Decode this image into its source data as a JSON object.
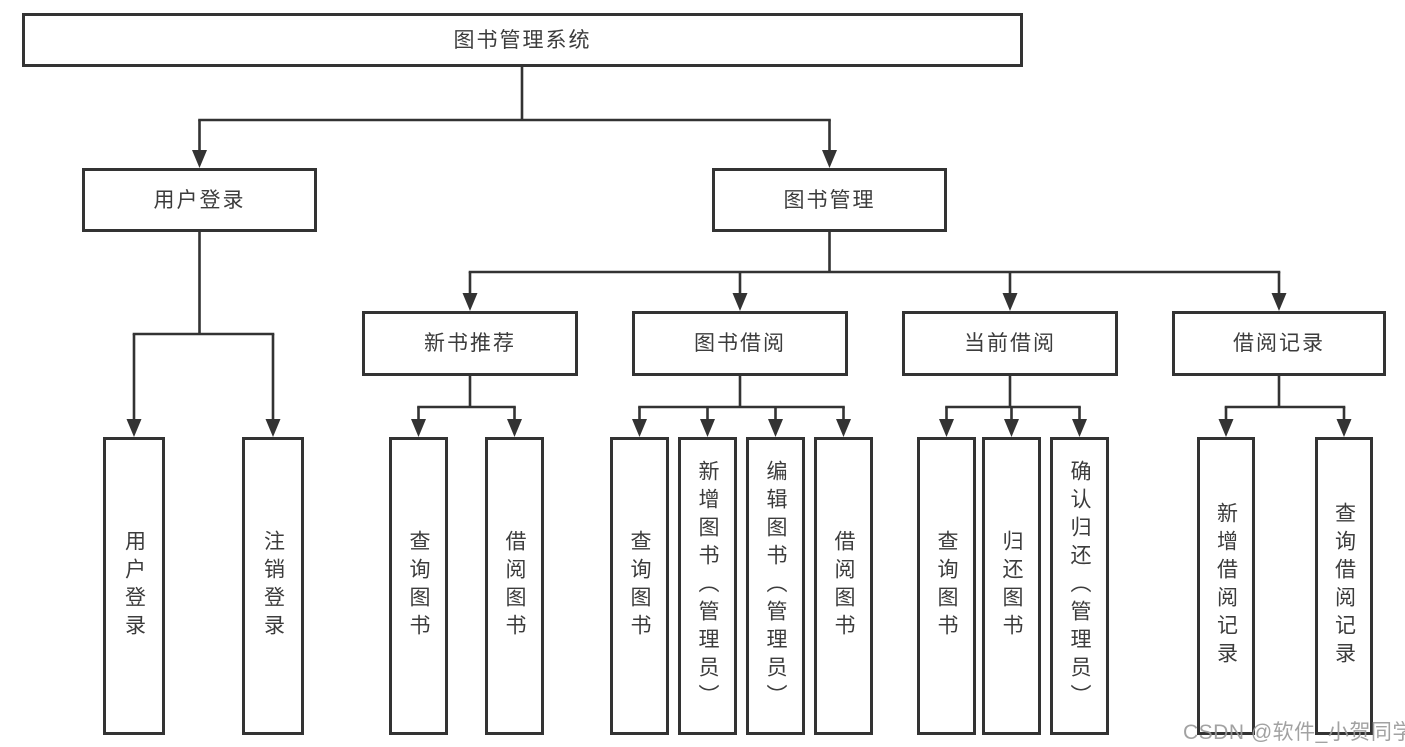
{
  "diagram": {
    "title_node": {
      "label": "图书管理系统"
    },
    "level2": [
      {
        "label": "用户登录"
      },
      {
        "label": "图书管理"
      }
    ],
    "level3": [
      {
        "label": "新书推荐"
      },
      {
        "label": "图书借阅"
      },
      {
        "label": "当前借阅"
      },
      {
        "label": "借阅记录"
      }
    ],
    "leaves": {
      "login": [
        "用户登录",
        "注销登录"
      ],
      "recommend": [
        "查询图书",
        "借阅图书"
      ],
      "borrow": [
        "查询图书",
        "新增图书（管理员）",
        "编辑图书（管理员）",
        "借阅图书"
      ],
      "current": [
        "查询图书",
        "归还图书",
        "确认归还（管理员）"
      ],
      "records": [
        "新增借阅记录",
        "查询借阅记录"
      ]
    },
    "watermark": "CSDN @软件_小贺同学",
    "colors": {
      "line": "#333333",
      "box_border": "#333333",
      "text": "#3c3c3c",
      "watermark": "#9b9b9b",
      "background": "#ffffff"
    }
  }
}
